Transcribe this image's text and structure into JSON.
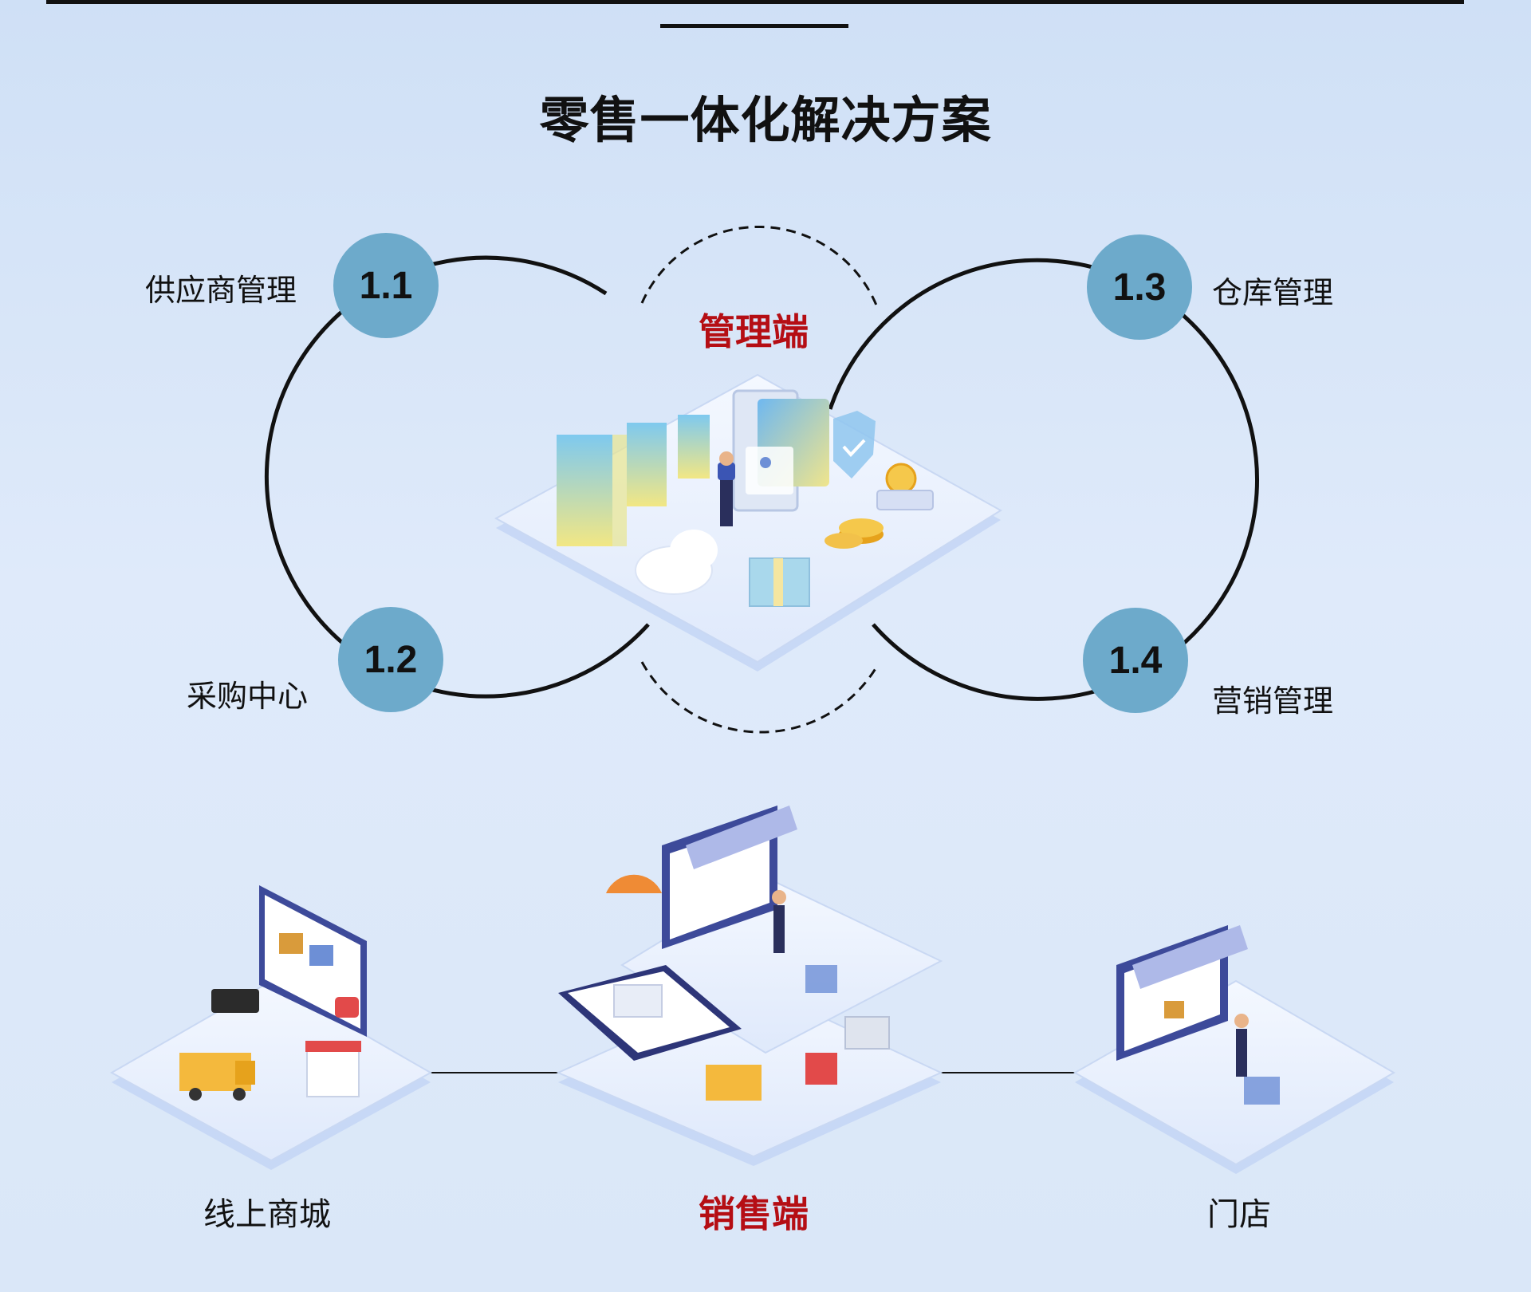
{
  "title": "零售一体化解决方案",
  "management": {
    "label": "管理端",
    "modules": [
      {
        "number": "1.1",
        "label": "供应商管理"
      },
      {
        "number": "1.2",
        "label": "采购中心"
      },
      {
        "number": "1.3",
        "label": "仓库管理"
      },
      {
        "number": "1.4",
        "label": "营销管理"
      }
    ]
  },
  "sales": {
    "label": "销售端",
    "channels": [
      {
        "label": "线上商城"
      },
      {
        "label": "门店"
      }
    ]
  },
  "colors": {
    "accent_red": "#b50e14",
    "badge_blue": "#6daacb",
    "line": "#111111"
  },
  "icons": [
    "management-platform-illustration",
    "online-mall-illustration",
    "sales-hub-illustration",
    "store-illustration"
  ]
}
